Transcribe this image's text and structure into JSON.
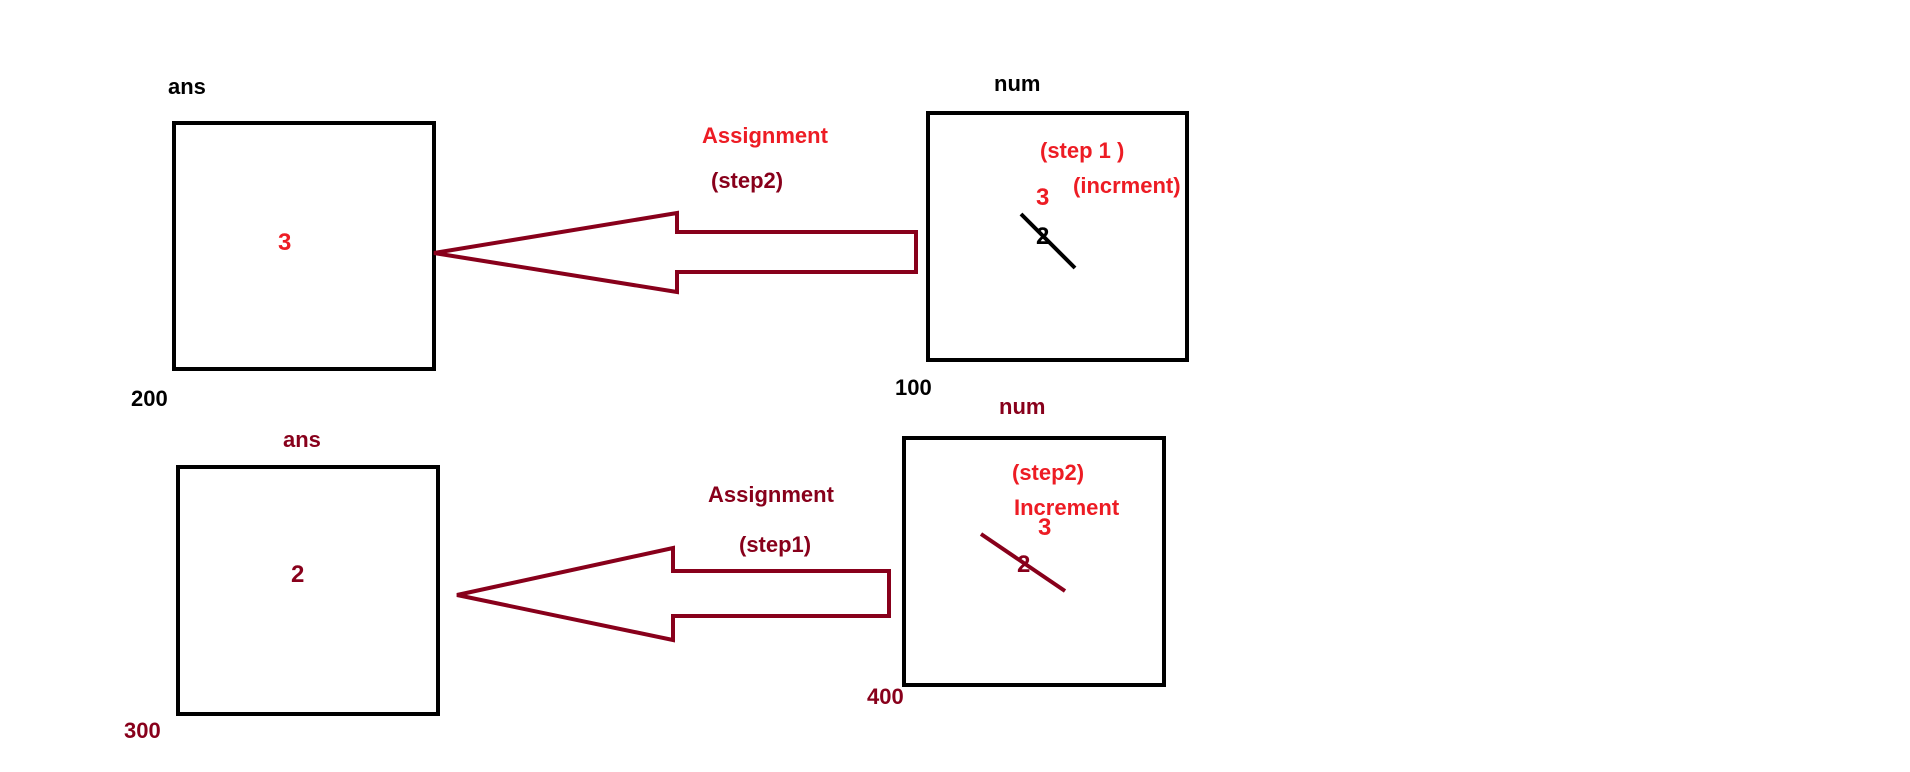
{
  "colors": {
    "black": "#000000",
    "red": "#ed1c24",
    "dark_red": "#88001b"
  },
  "top": {
    "ans_label": "ans",
    "ans_value": "3",
    "ans_address": "200",
    "arrow_title": "Assignment",
    "arrow_step": "(step2)",
    "num_label": "num",
    "num_step": "(step 1 )",
    "num_note": "(incrment)",
    "num_new_value": "3",
    "num_old_value": "2",
    "num_address": "100"
  },
  "bottom": {
    "ans_label": "ans",
    "ans_value": "2",
    "ans_address": "300",
    "arrow_title": "Assignment",
    "arrow_step": "(step1)",
    "num_label": "num",
    "num_step": "(step2)",
    "num_note": "Increment",
    "num_new_value": "3",
    "num_old_value": "2",
    "num_address": "400"
  }
}
